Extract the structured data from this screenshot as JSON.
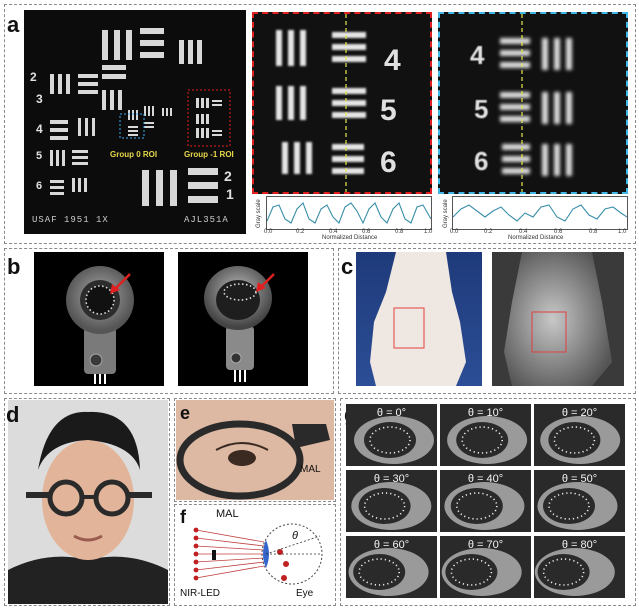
{
  "panels": {
    "a": "a",
    "b": "b",
    "c": "c",
    "d": "d",
    "e": "e",
    "f": "f",
    "g": "g"
  },
  "usaf": {
    "label_left": "USAF 1951 1X",
    "label_right": "AJL351A",
    "roi_group0": "Group 0 ROI",
    "roi_group_minus1": "Group -1 ROI",
    "roi0_color": "#3fa9f5",
    "roi_minus1_color": "#e02020",
    "group_numbers_left": [
      "2",
      "3",
      "4",
      "5",
      "6"
    ],
    "group_numbers_right": [
      "2",
      "1"
    ]
  },
  "zoom_red": {
    "numbers": [
      "4",
      "5",
      "6"
    ],
    "border_color": "#e02020"
  },
  "zoom_cyan": {
    "numbers": [
      "4",
      "5",
      "6"
    ],
    "border_color": "#3fb8e8"
  },
  "profile_red": {
    "ylabel": "Gray scale",
    "xlabel": "Normalized Distance",
    "xticks": [
      "0.0",
      "0.2",
      "0.4",
      "0.6",
      "0.8",
      "1.0"
    ],
    "line_color": "#3a8fa8"
  },
  "profile_cyan": {
    "ylabel": "Gray scale",
    "xlabel": "Normalized Distance",
    "xticks": [
      "0.0",
      "0.2",
      "0.4",
      "0.6",
      "0.8",
      "1.0"
    ],
    "line_color": "#3a8fa8"
  },
  "panel_e": {
    "label": "MAL"
  },
  "panel_f": {
    "mal": "MAL",
    "led": "NIR-LED",
    "eye": "Eye",
    "theta": "θ"
  },
  "panel_g": {
    "angles": [
      "θ = 0°",
      "θ = 10°",
      "θ = 20°",
      "θ = 30°",
      "θ = 40°",
      "θ = 50°",
      "θ = 60°",
      "θ = 70°",
      "θ = 80°"
    ]
  }
}
